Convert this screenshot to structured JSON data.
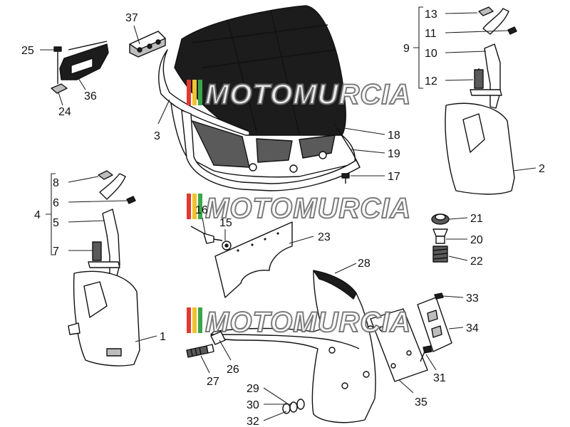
{
  "diagram": {
    "colors": {
      "line": "#111111",
      "body_dark": "#1c1c1c",
      "watermark_stroke": "#6e6e6e",
      "watermark_stripes": [
        "#e03a2f",
        "#f2c12e",
        "#3aa64a"
      ]
    },
    "watermark": {
      "text": "MOTOMURCIA",
      "repeats": 3
    },
    "callouts": [
      {
        "id": "c13",
        "text": "13"
      },
      {
        "id": "c11",
        "text": "11"
      },
      {
        "id": "c9",
        "text": "9"
      },
      {
        "id": "c10",
        "text": "10"
      },
      {
        "id": "c12",
        "text": "12"
      },
      {
        "id": "c2",
        "text": "2"
      },
      {
        "id": "c37",
        "text": "37"
      },
      {
        "id": "c25",
        "text": "25"
      },
      {
        "id": "c36",
        "text": "36"
      },
      {
        "id": "c24",
        "text": "24"
      },
      {
        "id": "c3",
        "text": "3"
      },
      {
        "id": "c18",
        "text": "18"
      },
      {
        "id": "c19",
        "text": "19"
      },
      {
        "id": "c17",
        "text": "17"
      },
      {
        "id": "c8",
        "text": "8"
      },
      {
        "id": "c6",
        "text": "6"
      },
      {
        "id": "c4",
        "text": "4"
      },
      {
        "id": "c5",
        "text": "5"
      },
      {
        "id": "c7",
        "text": "7"
      },
      {
        "id": "c16",
        "text": "16"
      },
      {
        "id": "c15",
        "text": "15"
      },
      {
        "id": "c23",
        "text": "23"
      },
      {
        "id": "c21",
        "text": "21"
      },
      {
        "id": "c20",
        "text": "20"
      },
      {
        "id": "c22",
        "text": "22"
      },
      {
        "id": "c28",
        "text": "28"
      },
      {
        "id": "c33",
        "text": "33"
      },
      {
        "id": "c34",
        "text": "34"
      },
      {
        "id": "c1",
        "text": "1"
      },
      {
        "id": "c26",
        "text": "26"
      },
      {
        "id": "c27",
        "text": "27"
      },
      {
        "id": "c31",
        "text": "31"
      },
      {
        "id": "c29",
        "text": "29"
      },
      {
        "id": "c30",
        "text": "30"
      },
      {
        "id": "c35",
        "text": "35"
      },
      {
        "id": "c32",
        "text": "32"
      }
    ]
  }
}
